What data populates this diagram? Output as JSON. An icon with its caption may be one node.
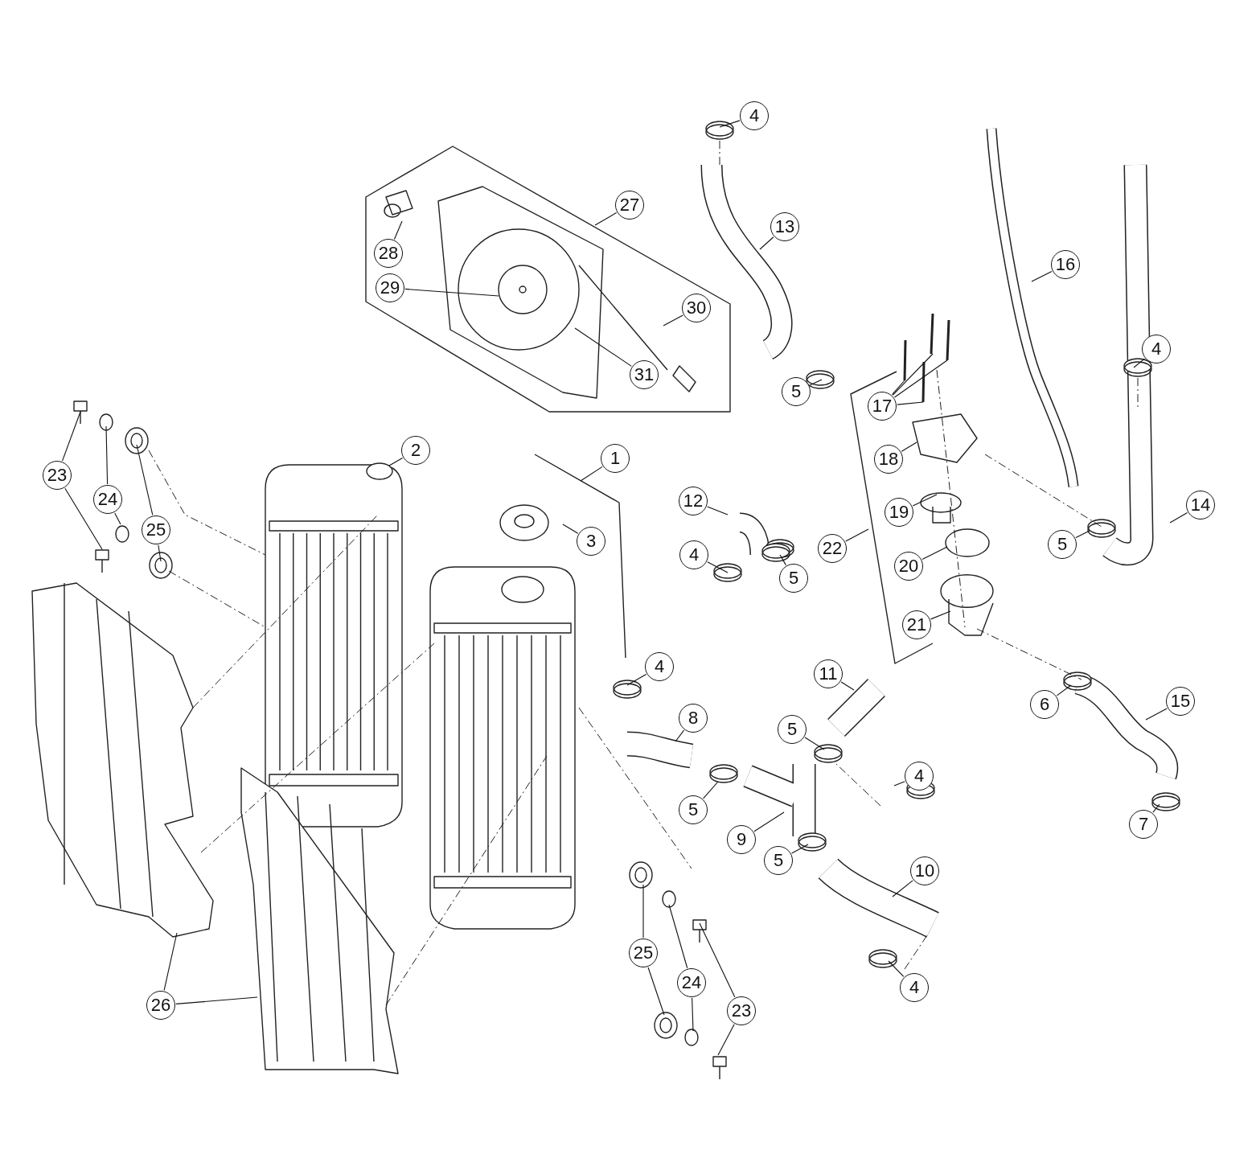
{
  "diagram": {
    "nodes": [
      {
        "text": [
          "4"
        ]
      },
      {
        "text": [
          "13"
        ]
      },
      {
        "text": [
          "27"
        ]
      },
      {
        "text": [
          "28"
        ]
      },
      {
        "text": [
          "29"
        ]
      },
      {
        "text": [
          "30"
        ]
      },
      {
        "text": [
          "31"
        ]
      },
      {
        "text": [
          "16"
        ]
      },
      {
        "text": [
          "5"
        ]
      },
      {
        "text": [
          "17"
        ]
      },
      {
        "text": [
          "23"
        ]
      },
      {
        "text": [
          "24"
        ]
      },
      {
        "text": [
          "25"
        ]
      },
      {
        "text": [
          "2"
        ]
      },
      {
        "text": [
          "1"
        ]
      },
      {
        "text": [
          "18"
        ]
      },
      {
        "text": [
          "3"
        ]
      },
      {
        "text": [
          "12"
        ]
      },
      {
        "text": [
          "19"
        ]
      },
      {
        "text": [
          "4"
        ]
      },
      {
        "text": [
          "14"
        ]
      },
      {
        "text": [
          "22"
        ]
      },
      {
        "text": [
          "4"
        ]
      },
      {
        "text": [
          "5"
        ]
      },
      {
        "text": [
          "5"
        ]
      },
      {
        "text": [
          "20"
        ]
      },
      {
        "text": [
          "21"
        ]
      },
      {
        "text": [
          "4"
        ]
      },
      {
        "text": [
          "11"
        ]
      },
      {
        "text": [
          "8"
        ]
      },
      {
        "text": [
          "6"
        ]
      },
      {
        "text": [
          "15"
        ]
      },
      {
        "text": [
          "5"
        ]
      },
      {
        "text": [
          "4"
        ]
      },
      {
        "text": [
          "5"
        ]
      },
      {
        "text": [
          "9"
        ]
      },
      {
        "text": [
          "7"
        ]
      },
      {
        "text": [
          "5"
        ]
      },
      {
        "text": [
          "10"
        ]
      },
      {
        "text": [
          "25"
        ]
      },
      {
        "text": [
          "24"
        ]
      },
      {
        "text": [
          "23"
        ]
      },
      {
        "text": [
          "26"
        ]
      },
      {
        "text": [
          "4"
        ]
      }
    ],
    "edges": [
      {
        "from": 0,
        "to": null,
        "arrow": "none"
      },
      {
        "from": 1,
        "to": null,
        "arrow": "none"
      },
      {
        "from": 2,
        "to": null,
        "arrow": "none"
      },
      {
        "from": 3,
        "to": null,
        "arrow": "none"
      },
      {
        "from": 4,
        "to": null,
        "arrow": "none"
      },
      {
        "from": 5,
        "to": null,
        "arrow": "none"
      },
      {
        "from": 6,
        "to": null,
        "arrow": "none"
      },
      {
        "from": 7,
        "to": null,
        "arrow": "none"
      },
      {
        "from": 8,
        "to": null,
        "arrow": "none"
      },
      {
        "from": 9,
        "to": null,
        "arrow": "none"
      },
      {
        "from": 9,
        "to": null,
        "arrow": "none"
      },
      {
        "from": 9,
        "to": null,
        "arrow": "none"
      },
      {
        "from": 9,
        "to": null,
        "arrow": "none"
      },
      {
        "from": 10,
        "to": null,
        "arrow": "none"
      },
      {
        "from": 10,
        "to": null,
        "arrow": "none"
      },
      {
        "from": 11,
        "to": null,
        "arrow": "none"
      },
      {
        "from": 11,
        "to": null,
        "arrow": "none"
      },
      {
        "from": 12,
        "to": null,
        "arrow": "none"
      },
      {
        "from": 12,
        "to": null,
        "arrow": "none"
      },
      {
        "from": 13,
        "to": null,
        "arrow": "none"
      },
      {
        "from": 14,
        "to": null,
        "arrow": "none"
      },
      {
        "from": 15,
        "to": null,
        "arrow": "none"
      },
      {
        "from": 16,
        "to": null,
        "arrow": "none"
      },
      {
        "from": 17,
        "to": null,
        "arrow": "none"
      },
      {
        "from": 18,
        "to": null,
        "arrow": "none"
      },
      {
        "from": 19,
        "to": null,
        "arrow": "none"
      },
      {
        "from": 20,
        "to": null,
        "arrow": "none"
      },
      {
        "from": 21,
        "to": null,
        "arrow": "none"
      },
      {
        "from": 22,
        "to": null,
        "arrow": "none"
      },
      {
        "from": 23,
        "to": null,
        "arrow": "none"
      },
      {
        "from": 24,
        "to": null,
        "arrow": "none"
      },
      {
        "from": 25,
        "to": null,
        "arrow": "none"
      },
      {
        "from": 26,
        "to": null,
        "arrow": "none"
      },
      {
        "from": 27,
        "to": null,
        "arrow": "none"
      },
      {
        "from": 28,
        "to": null,
        "arrow": "none"
      },
      {
        "from": 29,
        "to": null,
        "arrow": "none"
      },
      {
        "from": 30,
        "to": null,
        "arrow": "none"
      },
      {
        "from": 31,
        "to": null,
        "arrow": "none"
      },
      {
        "from": 32,
        "to": null,
        "arrow": "none"
      },
      {
        "from": 33,
        "to": null,
        "arrow": "none"
      },
      {
        "from": 34,
        "to": null,
        "arrow": "none"
      },
      {
        "from": 35,
        "to": null,
        "arrow": "none"
      },
      {
        "from": 36,
        "to": null,
        "arrow": "none"
      },
      {
        "from": 37,
        "to": null,
        "arrow": "none"
      },
      {
        "from": 38,
        "to": null,
        "arrow": "none"
      },
      {
        "from": 39,
        "to": null,
        "arrow": "none"
      },
      {
        "from": 39,
        "to": null,
        "arrow": "none"
      },
      {
        "from": 40,
        "to": null,
        "arrow": "none"
      },
      {
        "from": 40,
        "to": null,
        "arrow": "none"
      },
      {
        "from": 41,
        "to": null,
        "arrow": "none"
      },
      {
        "from": 41,
        "to": null,
        "arrow": "none"
      },
      {
        "from": 42,
        "to": null,
        "arrow": "none"
      },
      {
        "from": 42,
        "to": null,
        "arrow": "none"
      },
      {
        "from": 43,
        "to": null,
        "arrow": "none"
      }
    ]
  }
}
